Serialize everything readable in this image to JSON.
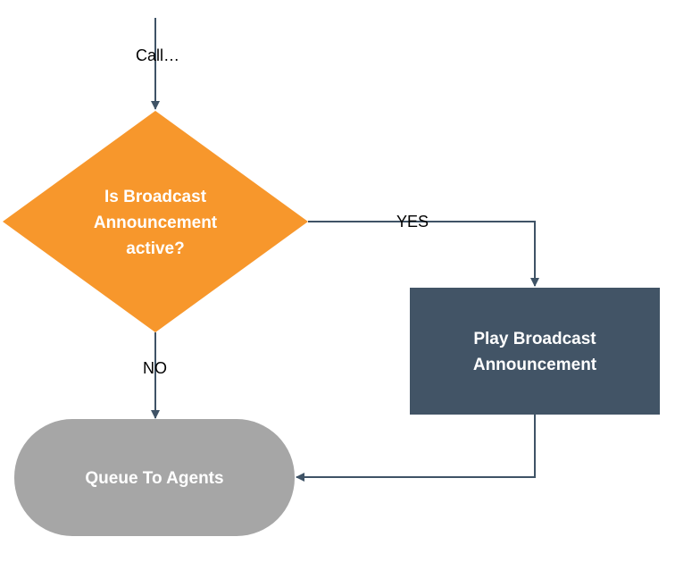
{
  "colors": {
    "decision": "#f7972c",
    "process": "#425466",
    "terminal": "#a6a6a6",
    "connector": "#3f5366",
    "text_on_shape": "#ffffff",
    "edge_label": "#000000"
  },
  "labels": {
    "start": "Call…",
    "yes": "YES",
    "no": "NO"
  },
  "decision": {
    "line1": "Is Broadcast",
    "line2": "Announcement",
    "line3": "active?"
  },
  "process": {
    "line1": "Play Broadcast",
    "line2": "Announcement"
  },
  "terminal": {
    "label": "Queue To Agents"
  }
}
